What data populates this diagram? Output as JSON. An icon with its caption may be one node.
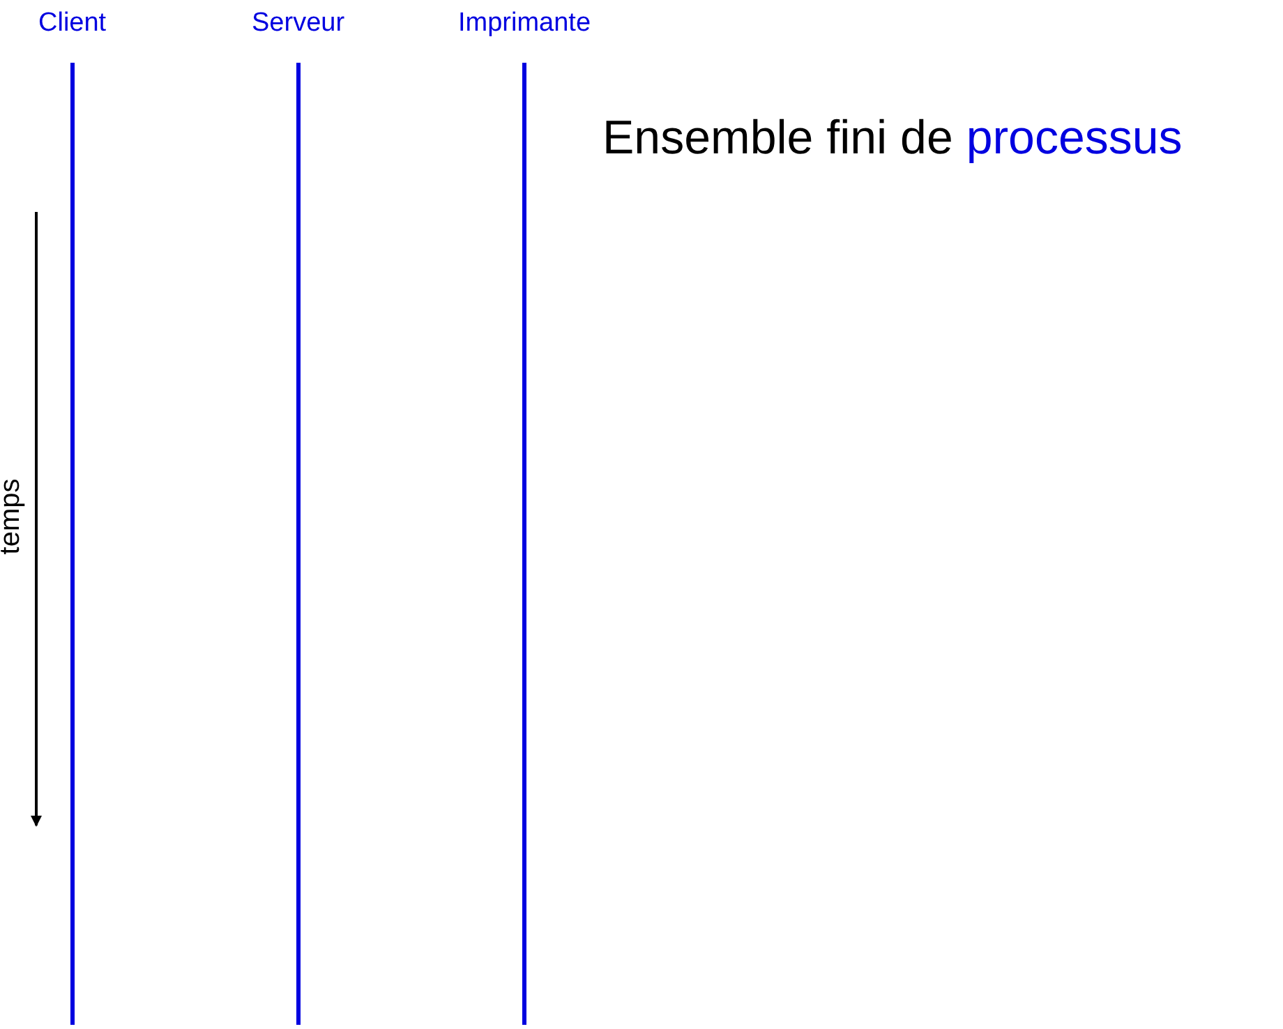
{
  "diagram": {
    "title": "Ensemble fini de processus",
    "labels": [
      "Client",
      "Serveur",
      "Imprimante",
      "temps"
    ]
  }
}
